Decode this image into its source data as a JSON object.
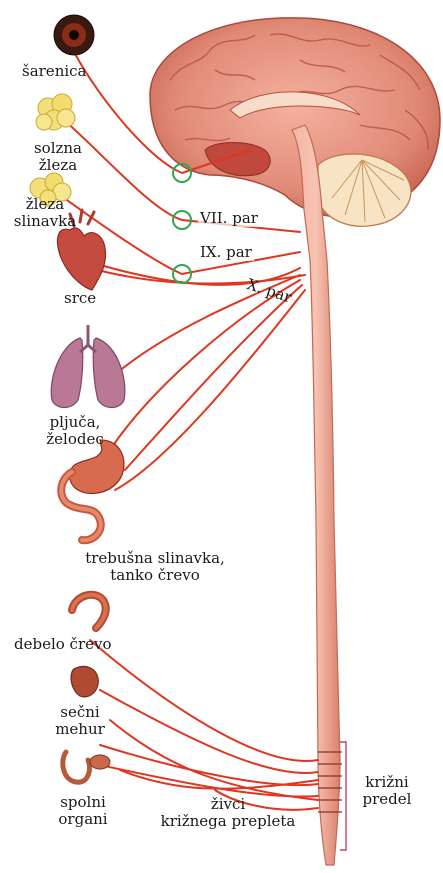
{
  "labels": {
    "sarenica": "šarenica",
    "solzna_zleza": [
      "solzna",
      "žleza"
    ],
    "zleza_slinavka": [
      "žleza",
      "slinavka"
    ],
    "srce": "srce",
    "pljuca_zelodec": [
      "pljuča,",
      "želodec"
    ],
    "trebusna_tanko": [
      "trebušna slinavka,",
      "tanko črevo"
    ],
    "debelo_crevo": "debelo črevo",
    "secni_mehur": [
      "sečni",
      "mehur"
    ],
    "spolni_organi": [
      "spolni",
      "organi"
    ],
    "zivci_kriznega": [
      "živci",
      "križnega prepleta"
    ],
    "krizni_predel": [
      "križni",
      "predel"
    ],
    "vii_par": "VII. par",
    "ix_par": "IX. par",
    "x_par": "X. par"
  },
  "colors": {
    "nerve": "#e0361f",
    "ganglion": "#2fa84f",
    "brain": "#e08a76",
    "brain_dark": "#b9483f",
    "spinal": "#f0a08c",
    "organ": "#c64b3f",
    "gland": "#f3e07a",
    "lung": "#b87896",
    "bracket": "#c0456a"
  }
}
